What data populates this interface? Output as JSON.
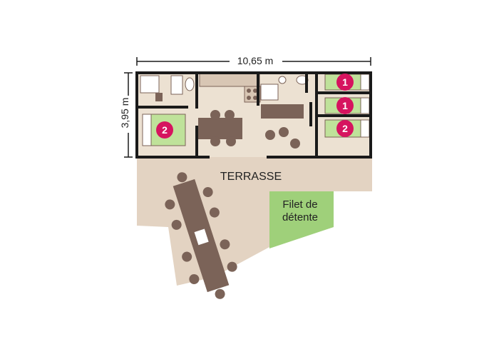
{
  "dimensions": {
    "width": "10,65 m",
    "height": "3,95 m"
  },
  "labels": {
    "terrace": "TERRASSE",
    "net_line1": "Filet de",
    "net_line2": "détente"
  },
  "bedrooms": {
    "master": "2",
    "room_a": "1",
    "room_b": "1",
    "room_c": "2"
  },
  "colors": {
    "wall": "#1a1a1a",
    "floor": "#ece1d2",
    "terrace": "#e3d3c2",
    "bed": "#bfe29a",
    "net": "#9fd07a",
    "furniture": "#7b6358",
    "badge": "#d6145f"
  }
}
